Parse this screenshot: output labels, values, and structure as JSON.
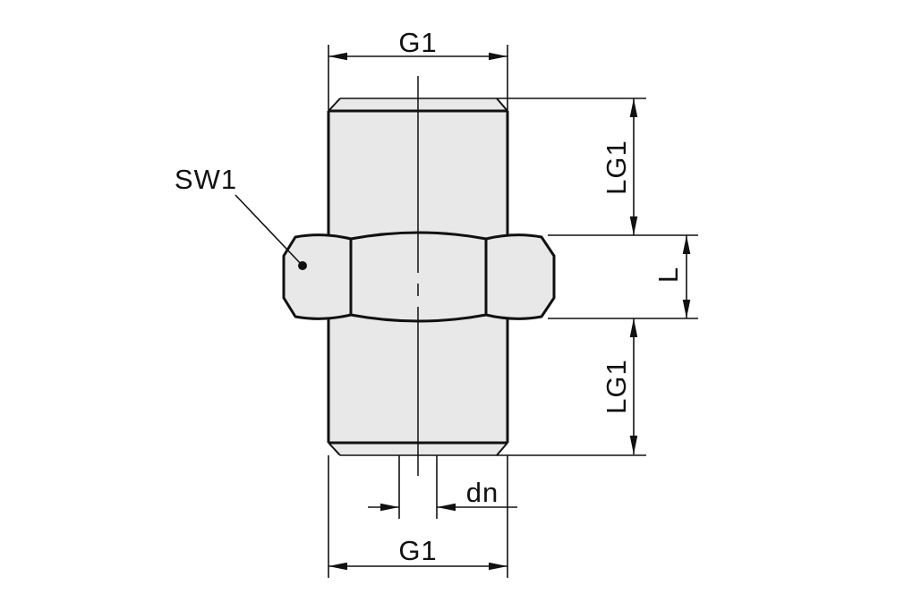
{
  "drawing": {
    "description": "Technical dimension drawing of a double threaded nipple with center hex nut",
    "labels": {
      "g1_top": "G1",
      "lg1_top": "LG1",
      "l_side": "L",
      "sw1": "SW1",
      "lg1_bottom": "LG1",
      "dn": "dn",
      "g1_bottom": "G1"
    },
    "colors": {
      "line": "#111111",
      "fill": "#e8e8e8",
      "background": "#ffffff"
    }
  }
}
